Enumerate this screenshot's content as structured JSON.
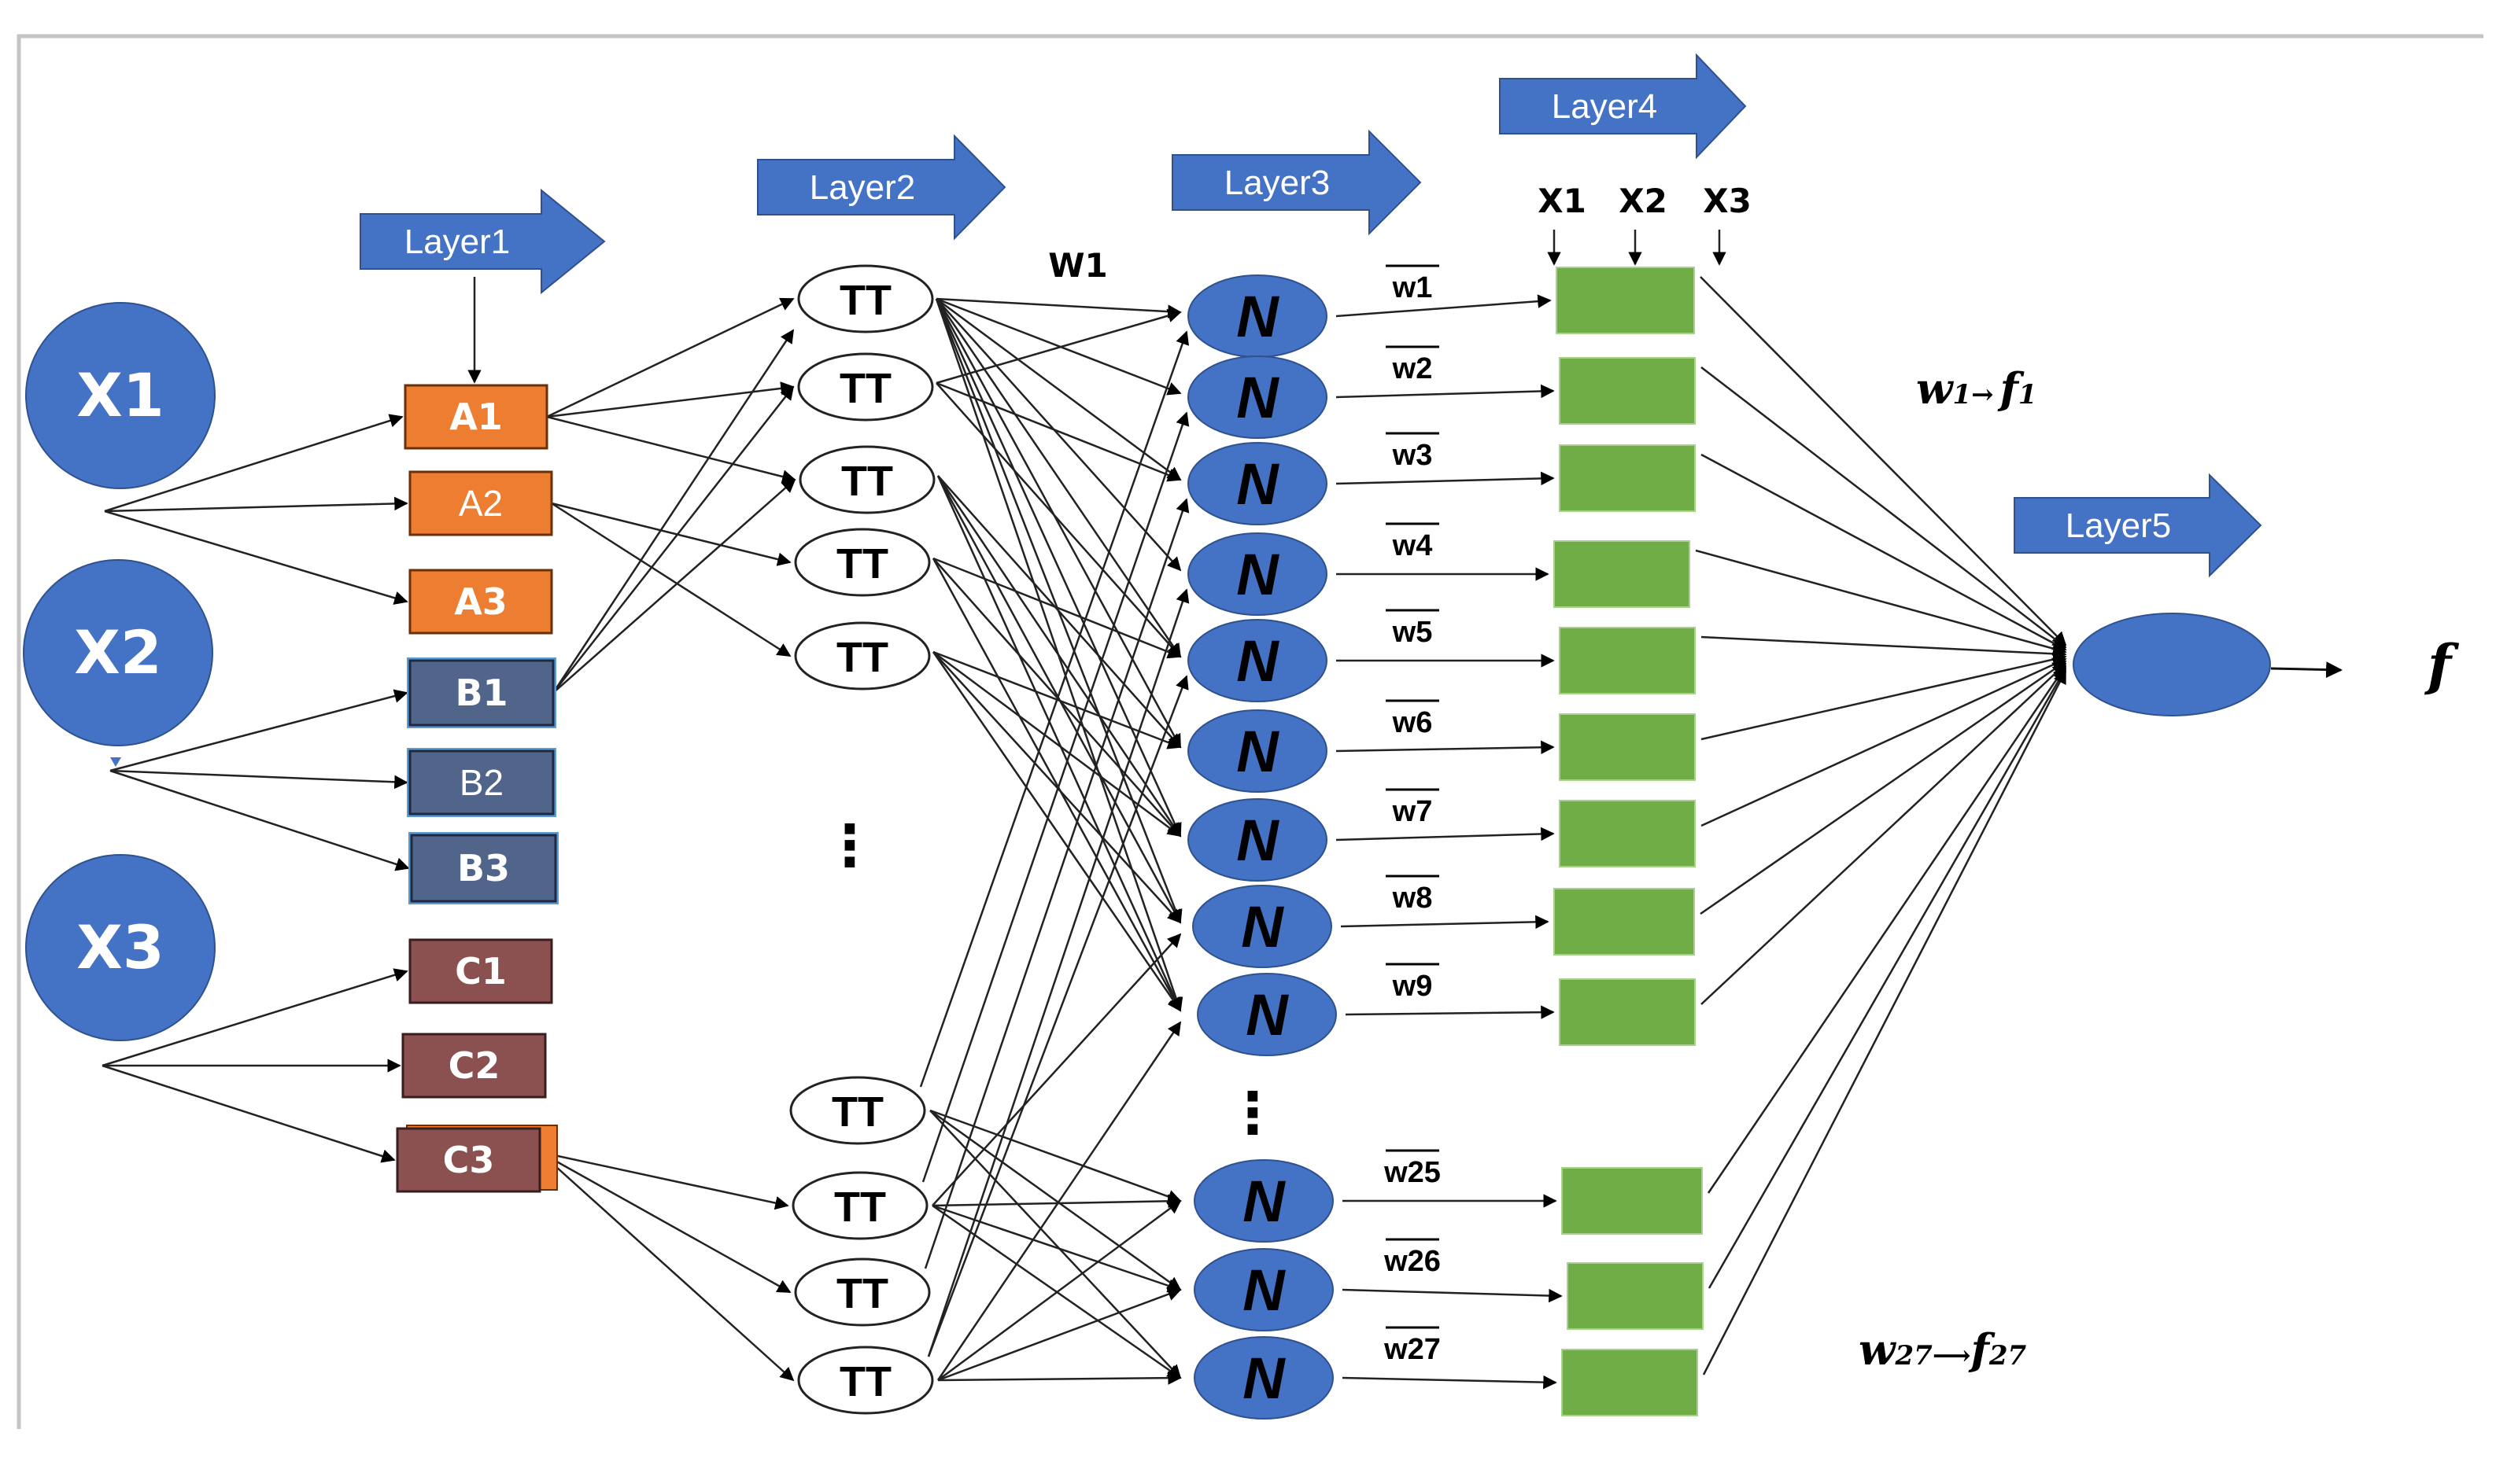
{
  "diagram": {
    "layers": [
      {
        "id": "layer1",
        "label": "Layer1"
      },
      {
        "id": "layer2",
        "label": "Layer2"
      },
      {
        "id": "layer3",
        "label": "Layer3"
      },
      {
        "id": "layer4",
        "label": "Layer4"
      },
      {
        "id": "layer5",
        "label": "Layer5"
      }
    ],
    "inputs": [
      {
        "label": "X1"
      },
      {
        "label": "X2"
      },
      {
        "label": "X3"
      }
    ],
    "membership_functions": [
      {
        "label": "A1",
        "group": "A",
        "bold": true
      },
      {
        "label": "A2",
        "group": "A",
        "bold": false
      },
      {
        "label": "A3",
        "group": "A",
        "bold": true
      },
      {
        "label": "B1",
        "group": "B",
        "bold": true
      },
      {
        "label": "B2",
        "group": "B",
        "bold": false
      },
      {
        "label": "B3",
        "group": "B",
        "bold": true
      },
      {
        "label": "C1",
        "group": "C",
        "bold": true
      },
      {
        "label": "C2",
        "group": "C",
        "bold": true
      },
      {
        "label": "C3",
        "group": "C",
        "bold": true
      }
    ],
    "rule_nodes": {
      "label": "TT",
      "top_count": 5,
      "bottom_count": 4,
      "ellipsis": "⋮"
    },
    "weight_label": "W1",
    "norm_nodes": {
      "label": "N",
      "top_count": 9,
      "bottom_count": 3,
      "ellipsis": "⋮"
    },
    "normalized_weights": [
      "w1",
      "w2",
      "w3",
      "w4",
      "w5",
      "w6",
      "w7",
      "w8",
      "w9",
      "w25",
      "w26",
      "w27"
    ],
    "layer4_inputs": [
      "X1",
      "X2",
      "X3"
    ],
    "annotations": {
      "first": {
        "w": "w",
        "w_sub": "1",
        "arrow": "→",
        "f": "f",
        "f_sub": "1"
      },
      "last": {
        "w": "w",
        "w_sub": "27",
        "arrow": "⟶",
        "f": "f",
        "f_sub": "27"
      }
    },
    "output_label": "f",
    "colors": {
      "input_blue": "#4472c4",
      "group_A": "#ed7d31",
      "group_B": "#51648a",
      "group_C": "#8b5050",
      "consequent_green": "#70ad47",
      "arrow_fill": "#4472c4"
    }
  }
}
